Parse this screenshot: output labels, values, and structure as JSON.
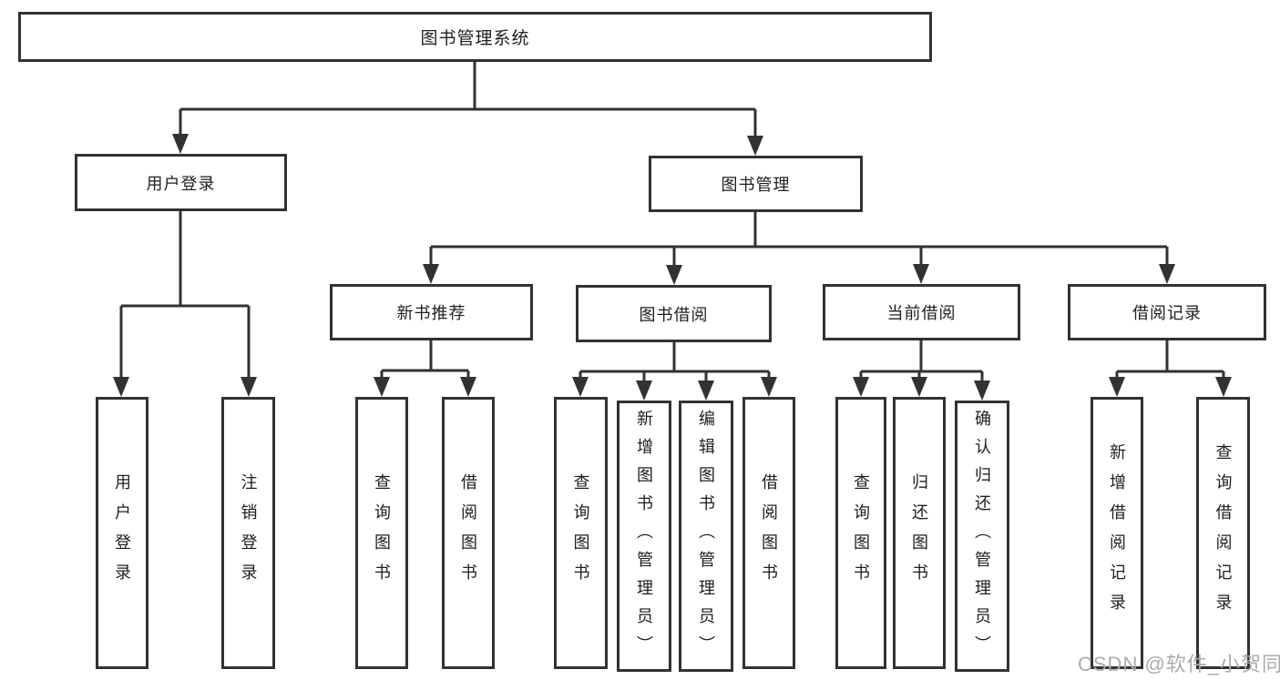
{
  "colors": {
    "line": "#323232",
    "box_background": "#ffffff",
    "text": "#1e1e1e",
    "watermark": "#ababab"
  },
  "watermark": "CSDN @软件_小贺同学",
  "tree": {
    "root": {
      "label": "图书管理系统"
    },
    "branches": [
      {
        "label": "用户登录",
        "children": [
          {
            "label": "用户登录"
          },
          {
            "label": "注销登录"
          }
        ]
      },
      {
        "label": "图书管理",
        "children": [
          {
            "label": "新书推荐",
            "children": [
              {
                "label": "查询图书"
              },
              {
                "label": "借阅图书"
              }
            ]
          },
          {
            "label": "图书借阅",
            "children": [
              {
                "label": "查询图书"
              },
              {
                "label": "新增图书（管理员）"
              },
              {
                "label": "编辑图书（管理员）"
              },
              {
                "label": "借阅图书"
              }
            ]
          },
          {
            "label": "当前借阅",
            "children": [
              {
                "label": "查询图书"
              },
              {
                "label": "归还图书"
              },
              {
                "label": "确认归还（管理员）"
              }
            ]
          },
          {
            "label": "借阅记录",
            "children": [
              {
                "label": "新增借阅记录"
              },
              {
                "label": "查询借阅记录"
              }
            ]
          }
        ]
      }
    ]
  }
}
